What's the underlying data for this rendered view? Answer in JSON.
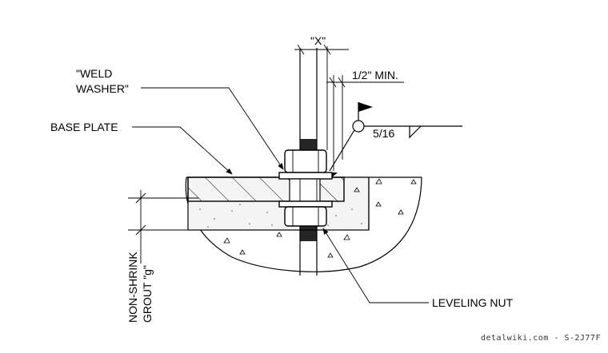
{
  "labels": {
    "dimension_x": "\"X\"",
    "min_clearance": "1/2\" MIN.",
    "weld_washer_line1": "\"WELD",
    "weld_washer_line2": "WASHER\"",
    "base_plate": "BASE PLATE",
    "weld_size": "5/16",
    "leveling_nut": "LEVELING NUT",
    "grout_line1": "NON-SHRINK",
    "grout_line2": "GROUT \"g\""
  },
  "watermark": "detalwiki.com - S-2J77F",
  "colors": {
    "line": "#000000",
    "background": "#ffffff",
    "watermark": "#333333"
  }
}
